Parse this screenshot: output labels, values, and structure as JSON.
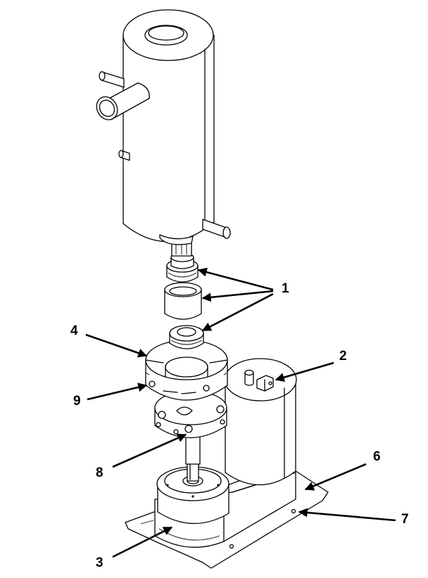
{
  "callouts": [
    {
      "id": "c1",
      "text": "1"
    },
    {
      "id": "c2",
      "text": "2"
    },
    {
      "id": "c3",
      "text": "3"
    },
    {
      "id": "c4",
      "text": "4"
    },
    {
      "id": "c6",
      "text": "6"
    },
    {
      "id": "c7",
      "text": "7"
    },
    {
      "id": "c8",
      "text": "8"
    },
    {
      "id": "c9",
      "text": "9"
    }
  ]
}
